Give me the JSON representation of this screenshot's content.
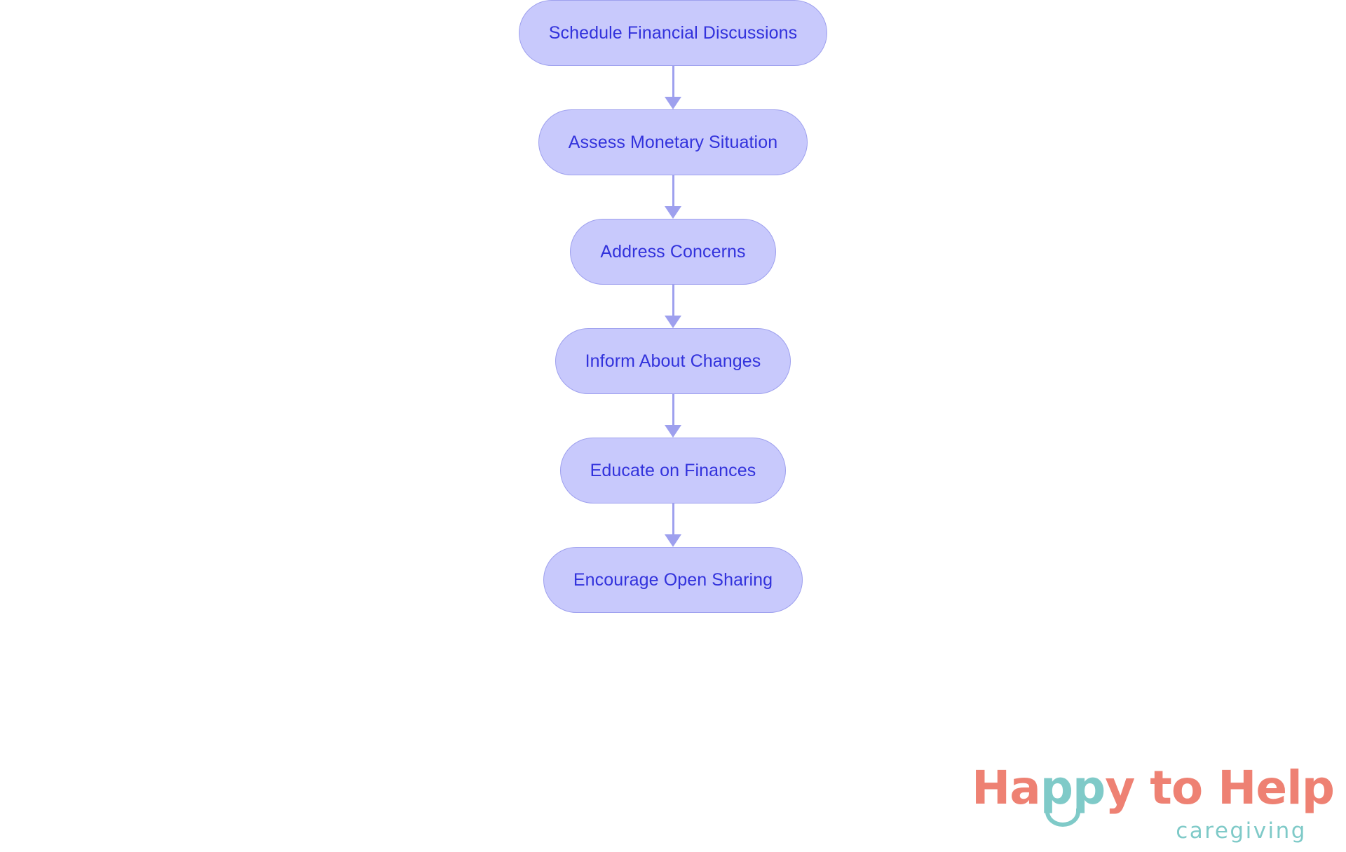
{
  "chart_data": {
    "type": "diagram",
    "diagram_type": "flowchart",
    "orientation": "vertical",
    "title": "",
    "nodes": [
      {
        "id": "n1",
        "label": "Schedule Financial Discussions",
        "shape": "stadium"
      },
      {
        "id": "n2",
        "label": "Assess Monetary Situation",
        "shape": "stadium"
      },
      {
        "id": "n3",
        "label": "Address Concerns",
        "shape": "stadium"
      },
      {
        "id": "n4",
        "label": "Inform About Changes",
        "shape": "stadium"
      },
      {
        "id": "n5",
        "label": "Educate on Finances",
        "shape": "stadium"
      },
      {
        "id": "n6",
        "label": "Encourage Open Sharing",
        "shape": "stadium"
      }
    ],
    "edges": [
      {
        "from": "n1",
        "to": "n2",
        "label": "",
        "arrow": "down"
      },
      {
        "from": "n2",
        "to": "n3",
        "label": "",
        "arrow": "down"
      },
      {
        "from": "n3",
        "to": "n4",
        "label": "",
        "arrow": "down"
      },
      {
        "from": "n4",
        "to": "n5",
        "label": "",
        "arrow": "down"
      },
      {
        "from": "n5",
        "to": "n6",
        "label": "",
        "arrow": "down"
      }
    ],
    "colors": {
      "node_fill": "#C8C9FC",
      "node_border": "#9EA0EE",
      "node_text": "#3232DC",
      "edge": "#9EA0EE",
      "background": "#FFFFFF"
    }
  },
  "flow": {
    "nodes": [
      {
        "label": "Schedule Financial Discussions"
      },
      {
        "label": "Assess Monetary Situation"
      },
      {
        "label": "Address Concerns"
      },
      {
        "label": "Inform About Changes"
      },
      {
        "label": "Educate on Finances"
      },
      {
        "label": "Encourage Open Sharing"
      }
    ]
  },
  "logo": {
    "word_part_1": "Ha",
    "word_part_2": "pp",
    "word_part_3": "y to Help",
    "tagline": "caregiving",
    "coral": "#EE8173",
    "teal": "#7FCAC8"
  }
}
